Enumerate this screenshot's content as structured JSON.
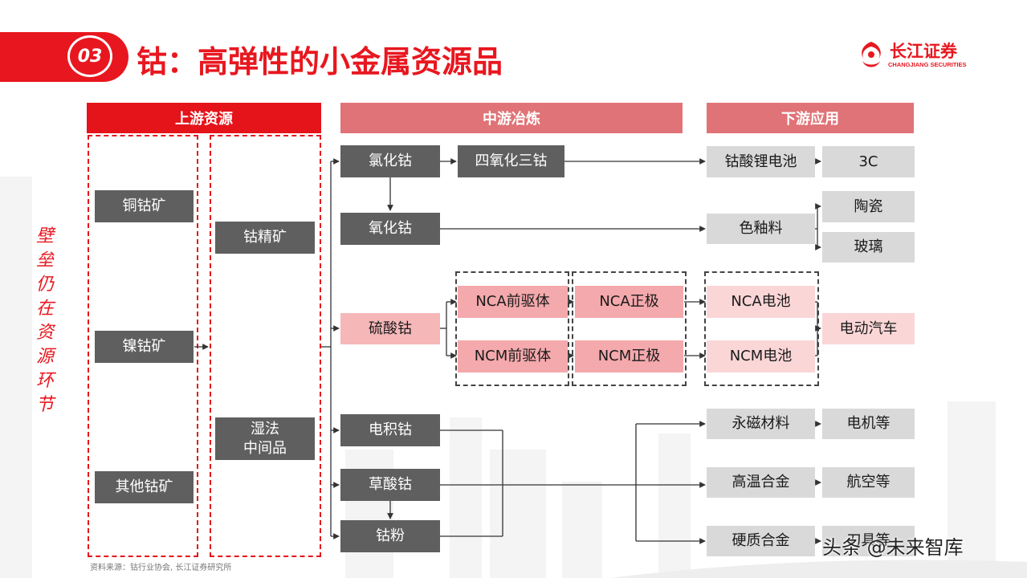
{
  "header": {
    "section_number": "03",
    "title": "钴：高弹性的小金属资源品"
  },
  "logo": {
    "name": "长江证券",
    "english": "CHANGJIANG SECURITIES"
  },
  "sidebar_text": [
    "壁",
    "垒",
    "仍",
    "在",
    "资",
    "源",
    "环",
    "节"
  ],
  "columns": {
    "upstream": "上游资源",
    "midstream": "中游冶炼",
    "downstream": "下游应用"
  },
  "upstream": {
    "ores": [
      "铜钴矿",
      "镍钴矿",
      "其他钴矿"
    ],
    "intermediates": [
      "钴精矿",
      "湿法\n中间品"
    ]
  },
  "midstream": {
    "cobalt_chloride": "氯化钴",
    "cobalt_tetroxide": "四氧化三钴",
    "cobalt_oxide": "氧化钴",
    "cobalt_sulfate": "硫酸钴",
    "nca_precursor": "NCA前驱体",
    "ncm_precursor": "NCM前驱体",
    "nca_cathode": "NCA正极",
    "ncm_cathode": "NCM正极",
    "electro_cobalt": "电积钴",
    "cobalt_oxalate": "草酸钴",
    "cobalt_powder": "钴粉"
  },
  "downstream": {
    "licoo2_battery": "钴酸锂电池",
    "c3": "3C",
    "glaze": "色釉料",
    "ceramics": "陶瓷",
    "glass": "玻璃",
    "nca_battery": "NCA电池",
    "ncm_battery": "NCM电池",
    "ev": "电动汽车",
    "magnet": "永磁材料",
    "motor": "电机等",
    "superalloy": "高温合金",
    "aviation": "航空等",
    "hard_alloy": "硬质合金",
    "tools": "刀具等"
  },
  "source": "资料来源：钴行业协会, 长江证券研究所",
  "watermark": "头条 @未来智库",
  "colors": {
    "accent_red": "#e5141b",
    "header_pink": "#e07377",
    "dark_box": "#5f5f5f",
    "light_box": "#d9d9d9",
    "pink_box": "#f4a9ac",
    "pale_pink_box": "#fbd6d7"
  }
}
